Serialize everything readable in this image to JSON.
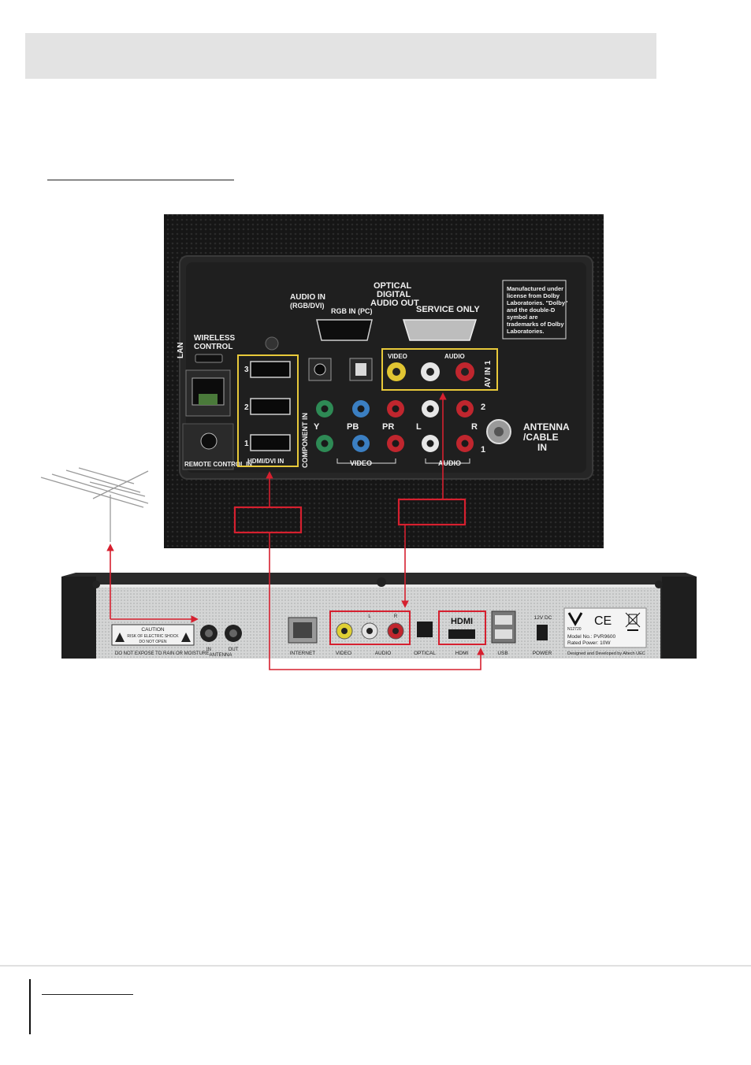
{
  "tv_panel": {
    "lan_label": "LAN",
    "wireless_control_label": [
      "WIRELESS",
      "CONTROL"
    ],
    "audio_in_label": [
      "AUDIO IN",
      "(RGB/DVI)"
    ],
    "rgb_in_label": "RGB IN (PC)",
    "optical_label": [
      "OPTICAL",
      "DIGITAL",
      "AUDIO OUT"
    ],
    "service_only_label": "SERVICE ONLY",
    "dolby_notice": [
      "Manufactured under",
      "license from Dolby",
      "Laboratories. \"Dolby\"",
      "and the double-D",
      "symbol are",
      "trademarks of Dolby",
      "Laboratories."
    ],
    "av_video_label": "VIDEO",
    "av_audio_label": "AUDIO",
    "av_in_label": "AV IN 1",
    "component_in_label": "COMPONENT IN",
    "hdmi_in_label": "HDMI/DVI IN",
    "hdmi_numbers": [
      "3",
      "2",
      "1"
    ],
    "component_y": "Y",
    "component_pb": "PB",
    "component_pr": "PR",
    "component_l": "L",
    "component_r": "R",
    "component_row_2": "2",
    "component_row_1": "1",
    "component_video_label": "VIDEO",
    "component_audio_label": "AUDIO",
    "antenna_label": [
      "ANTENNA",
      "/CABLE",
      "IN"
    ],
    "remote_control_label": "REMOTE CONTROL IN"
  },
  "box_panel": {
    "caution_title": "CAUTION",
    "caution_line1": "RISK OF ELECTRIC SHOCK",
    "caution_line2": "DO NOT OPEN",
    "moisture_warning": "DO NOT EXPOSE TO RAIN OR MOISTURE",
    "antenna_in": "IN",
    "antenna_out": "OUT",
    "antenna_label": "ANTENNA",
    "internet_label": "INTERNET",
    "video_label": "VIDEO",
    "audio_label": "AUDIO",
    "audio_l": "L",
    "audio_r": "R",
    "optical_label": "OPTICAL",
    "hdmi_label": "HDMI",
    "hdmi_logo": "HDMI",
    "usb_label": "USB",
    "power_rating": "12V DC",
    "power_label": "POWER",
    "cert_code": "N12720",
    "model_line": "Model No.: PVR9600",
    "rated_power": "Rated Power: 10W",
    "designed_by": "Designed and Developed by Altech UEC",
    "ce_mark": "CE"
  },
  "colors": {
    "highlight_yellow": "#e8c93a",
    "connection_red": "#d6202f",
    "tv_panel_dark": "#1c1c1c",
    "box_metal": "#cfd0d0"
  }
}
